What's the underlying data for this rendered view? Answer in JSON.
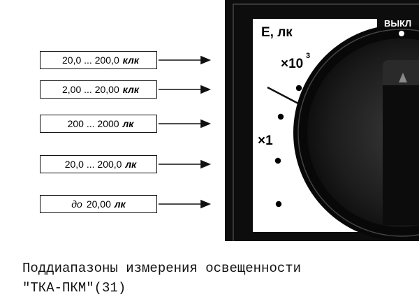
{
  "ranges": [
    {
      "value": "20,0 ... 200,0",
      "unit": "клк",
      "prefix": ""
    },
    {
      "value": "2,00 ... 20,00",
      "unit": "клк",
      "prefix": ""
    },
    {
      "value": "200 ... 2000",
      "unit": "лк",
      "prefix": ""
    },
    {
      "value": "20,0 ... 200,0",
      "unit": "лк",
      "prefix": ""
    },
    {
      "value": "20,00",
      "unit": "лк",
      "prefix": "до"
    }
  ],
  "device": {
    "scale_title": "Е, лк",
    "multiplier_high": "×10",
    "multiplier_high_exp": "3",
    "multiplier_low": "×1",
    "off_label": "ВЫКЛ"
  },
  "caption": {
    "line1": "Поддиапазоны измерения освещенности",
    "line2": "\"ТКА-ПКМ\"(31)"
  },
  "colors": {
    "panel": "#0d0d0d",
    "knob": "#1c1c1c",
    "knob_edge": "#3a3a3a",
    "line": "#111111",
    "background": "#ffffff"
  }
}
